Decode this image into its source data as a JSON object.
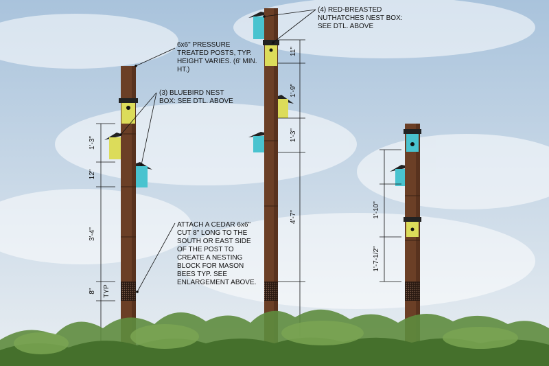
{
  "colors": {
    "sky_top": "#a9c3dc",
    "sky_bottom": "#e9eef2",
    "post": "#6b3f26",
    "post_dark": "#4b2a19",
    "bluebird_box": "#dcdc5a",
    "nuthatch_box": "#49c3cf",
    "box_roof": "#222222",
    "vegetation": "#5e8c3e"
  },
  "annotations": {
    "posts": [
      "6x6\" PRESSURE",
      "TREATED POSTS, TYP.",
      "HEIGHT VARIES. (6' MIN.",
      "HT.)"
    ],
    "bluebird": [
      "(3) BLUEBIRD NEST",
      "BOX: SEE DTL. ABOVE"
    ],
    "nuthatch": [
      "(4) RED-BREASTED",
      "NUTHATCHES NEST BOX:",
      "SEE DTL. ABOVE"
    ],
    "mason_bee": [
      "ATTACH A CEDAR 6x6\"",
      "CUT 8\" LONG TO THE",
      "SOUTH OR EAST SIDE",
      "OF THE POST TO",
      "CREATE A NESTING",
      "BLOCK FOR MASON",
      "BEES TYP. SEE",
      "ENLARGEMENT ABOVE."
    ]
  },
  "dimensions": {
    "left_post": [
      "1'-3\"",
      "12\"",
      "3'-4\"",
      "8\"",
      "TYP"
    ],
    "middle_post": [
      "11\"",
      "1'-9\"",
      "1'-3\"",
      "4'-7\""
    ],
    "right_post": [
      "1'-10\"",
      "1'-7-1/2\""
    ]
  },
  "icons": [
    "bluebird-nest-box",
    "nuthatch-nest-box",
    "mason-bee-block",
    "vegetation"
  ]
}
